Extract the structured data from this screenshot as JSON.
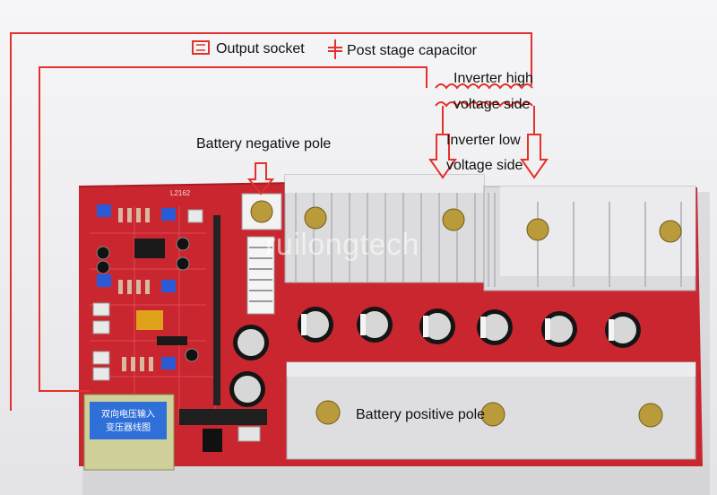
{
  "labels": {
    "output_socket": "Output socket",
    "post_stage_capacitor": "Post stage capacitor",
    "inverter_high_line1": "Inverter high",
    "inverter_high_line2": "voltage side",
    "battery_negative_pole": "Battery negative pole",
    "inverter_low_line1": "Inverter low",
    "inverter_low_line2": "voltage side",
    "battery_positive_pole": "Battery positive pole"
  },
  "board": {
    "chip_label": "L2162",
    "transformer_text_line1": "双向电压输入",
    "transformer_text_line2": "变压器线图"
  },
  "watermark": "ruilongtech",
  "colors": {
    "annotation": "#e3312b",
    "pcb": "#c9262f",
    "heatsink": "#dcdcde",
    "background": "#f0f0f2"
  }
}
